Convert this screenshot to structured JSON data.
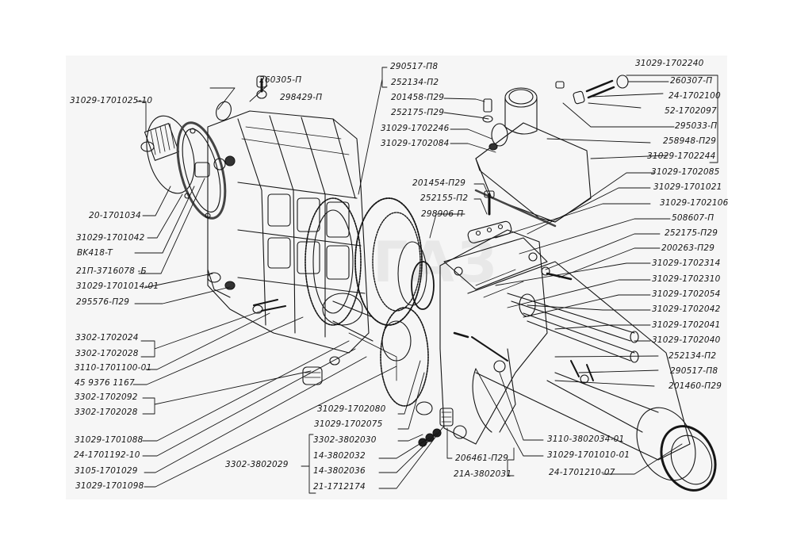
{
  "diagram": {
    "type": "exploded-parts-view",
    "subject": "gearbox assembly",
    "watermark": "ГАЗ",
    "colors": {
      "panel": "#f6f6f6",
      "ink": "#151515",
      "page": "#ffffff"
    },
    "labels": {
      "left": [
        {
          "id": "l1",
          "text": "31029-1701025-10"
        },
        {
          "id": "l2",
          "text": "20-1701034"
        },
        {
          "id": "l3",
          "text": "31029-1701042"
        },
        {
          "id": "l4",
          "text": "BK418-T"
        },
        {
          "id": "l5",
          "text": "21П-3716078 -Б"
        },
        {
          "id": "l6",
          "text": "31029-1701014-01"
        },
        {
          "id": "l7",
          "text": "295576-П29"
        },
        {
          "id": "l8",
          "text": "3302-1702024"
        },
        {
          "id": "l9",
          "text": "3302-1702028"
        },
        {
          "id": "l10",
          "text": "3110-1701100-01"
        },
        {
          "id": "l11",
          "text": "45 9376 1167"
        },
        {
          "id": "l12",
          "text": "3302-1702092"
        },
        {
          "id": "l13",
          "text": "3302-1702028"
        },
        {
          "id": "l14",
          "text": "31029-1701088"
        },
        {
          "id": "l15",
          "text": "24-1701192-10"
        },
        {
          "id": "l16",
          "text": "3105-1701029"
        },
        {
          "id": "l17",
          "text": "31029-1701098"
        }
      ],
      "top": [
        {
          "id": "t1",
          "text": "260305-П"
        },
        {
          "id": "t2",
          "text": "298429-П"
        },
        {
          "id": "t3",
          "text": "290517-П8"
        },
        {
          "id": "t4",
          "text": "252134-П2"
        },
        {
          "id": "t5",
          "text": "201458-П29"
        },
        {
          "id": "t6",
          "text": "252175-П29"
        },
        {
          "id": "t7",
          "text": "31029-1702246"
        },
        {
          "id": "t8",
          "text": "31029-1702084"
        },
        {
          "id": "t9",
          "text": "201454-П29"
        },
        {
          "id": "t10",
          "text": "252155-П2"
        },
        {
          "id": "t11",
          "text": "298906-П"
        }
      ],
      "right": [
        {
          "id": "r1",
          "text": "31029-1702240"
        },
        {
          "id": "r2",
          "text": "260307-П"
        },
        {
          "id": "r3",
          "text": "24-1702100"
        },
        {
          "id": "r4",
          "text": "52-1702097"
        },
        {
          "id": "r5",
          "text": "295033-П"
        },
        {
          "id": "r6",
          "text": "258948-П29"
        },
        {
          "id": "r7",
          "text": "31029-1702244"
        },
        {
          "id": "r8",
          "text": "31029-1702085"
        },
        {
          "id": "r9",
          "text": "31029-1701021"
        },
        {
          "id": "r10",
          "text": "31029-1702106"
        },
        {
          "id": "r11",
          "text": "508607-П"
        },
        {
          "id": "r12",
          "text": "252175-П29"
        },
        {
          "id": "r13",
          "text": "200263-П29"
        },
        {
          "id": "r14",
          "text": "31029-1702314"
        },
        {
          "id": "r15",
          "text": "31029-1702310"
        },
        {
          "id": "r16",
          "text": "31029-1702054"
        },
        {
          "id": "r17",
          "text": "31029-1702042"
        },
        {
          "id": "r18",
          "text": "31029-1702041"
        },
        {
          "id": "r19",
          "text": "31029-1702040"
        },
        {
          "id": "r20",
          "text": "252134-П2"
        },
        {
          "id": "r21",
          "text": "290517-П8"
        },
        {
          "id": "r22",
          "text": "201460-П29"
        }
      ],
      "bottom": [
        {
          "id": "b1",
          "text": "31029-1702080"
        },
        {
          "id": "b2",
          "text": "31029-1702075"
        },
        {
          "id": "b3",
          "text": "3302-3802030"
        },
        {
          "id": "b4",
          "text": "14-3802032"
        },
        {
          "id": "b5",
          "text": "14-3802036"
        },
        {
          "id": "b6",
          "text": "21-1712174"
        },
        {
          "id": "b7",
          "text": "3302-3802029"
        },
        {
          "id": "b8",
          "text": "206461-П29"
        },
        {
          "id": "b9",
          "text": "21А-3802031"
        },
        {
          "id": "b10",
          "text": "3110-3802034-01"
        },
        {
          "id": "b11",
          "text": "31029-1701010-01"
        },
        {
          "id": "b12",
          "text": "24-1701210-07"
        }
      ]
    }
  }
}
